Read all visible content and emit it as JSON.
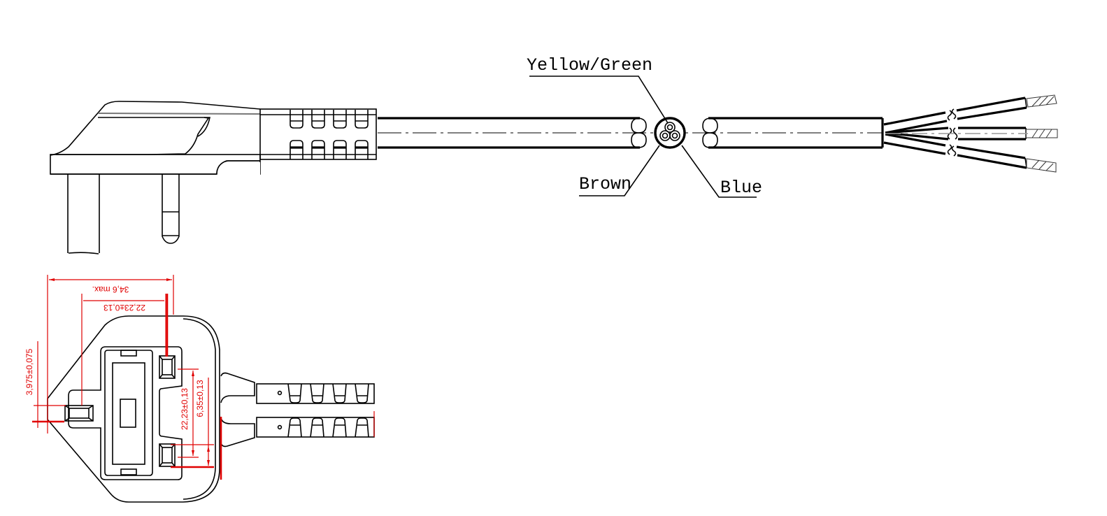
{
  "drawing": {
    "title": "UK plug power cord technical drawing",
    "core_labels": {
      "earth": "Yellow/Green",
      "live": "Brown",
      "neutral": "Blue"
    },
    "dimensions": {
      "overall_width": "34,6 max.",
      "pin_span": "22,23±0,13",
      "earth_pin_offset": "3,975±0,075",
      "pin_center_span": "22,23±0,13",
      "pin_width": "6,35±0,13"
    },
    "colors": {
      "outline": "#000000",
      "dimension": "#e00000"
    }
  }
}
